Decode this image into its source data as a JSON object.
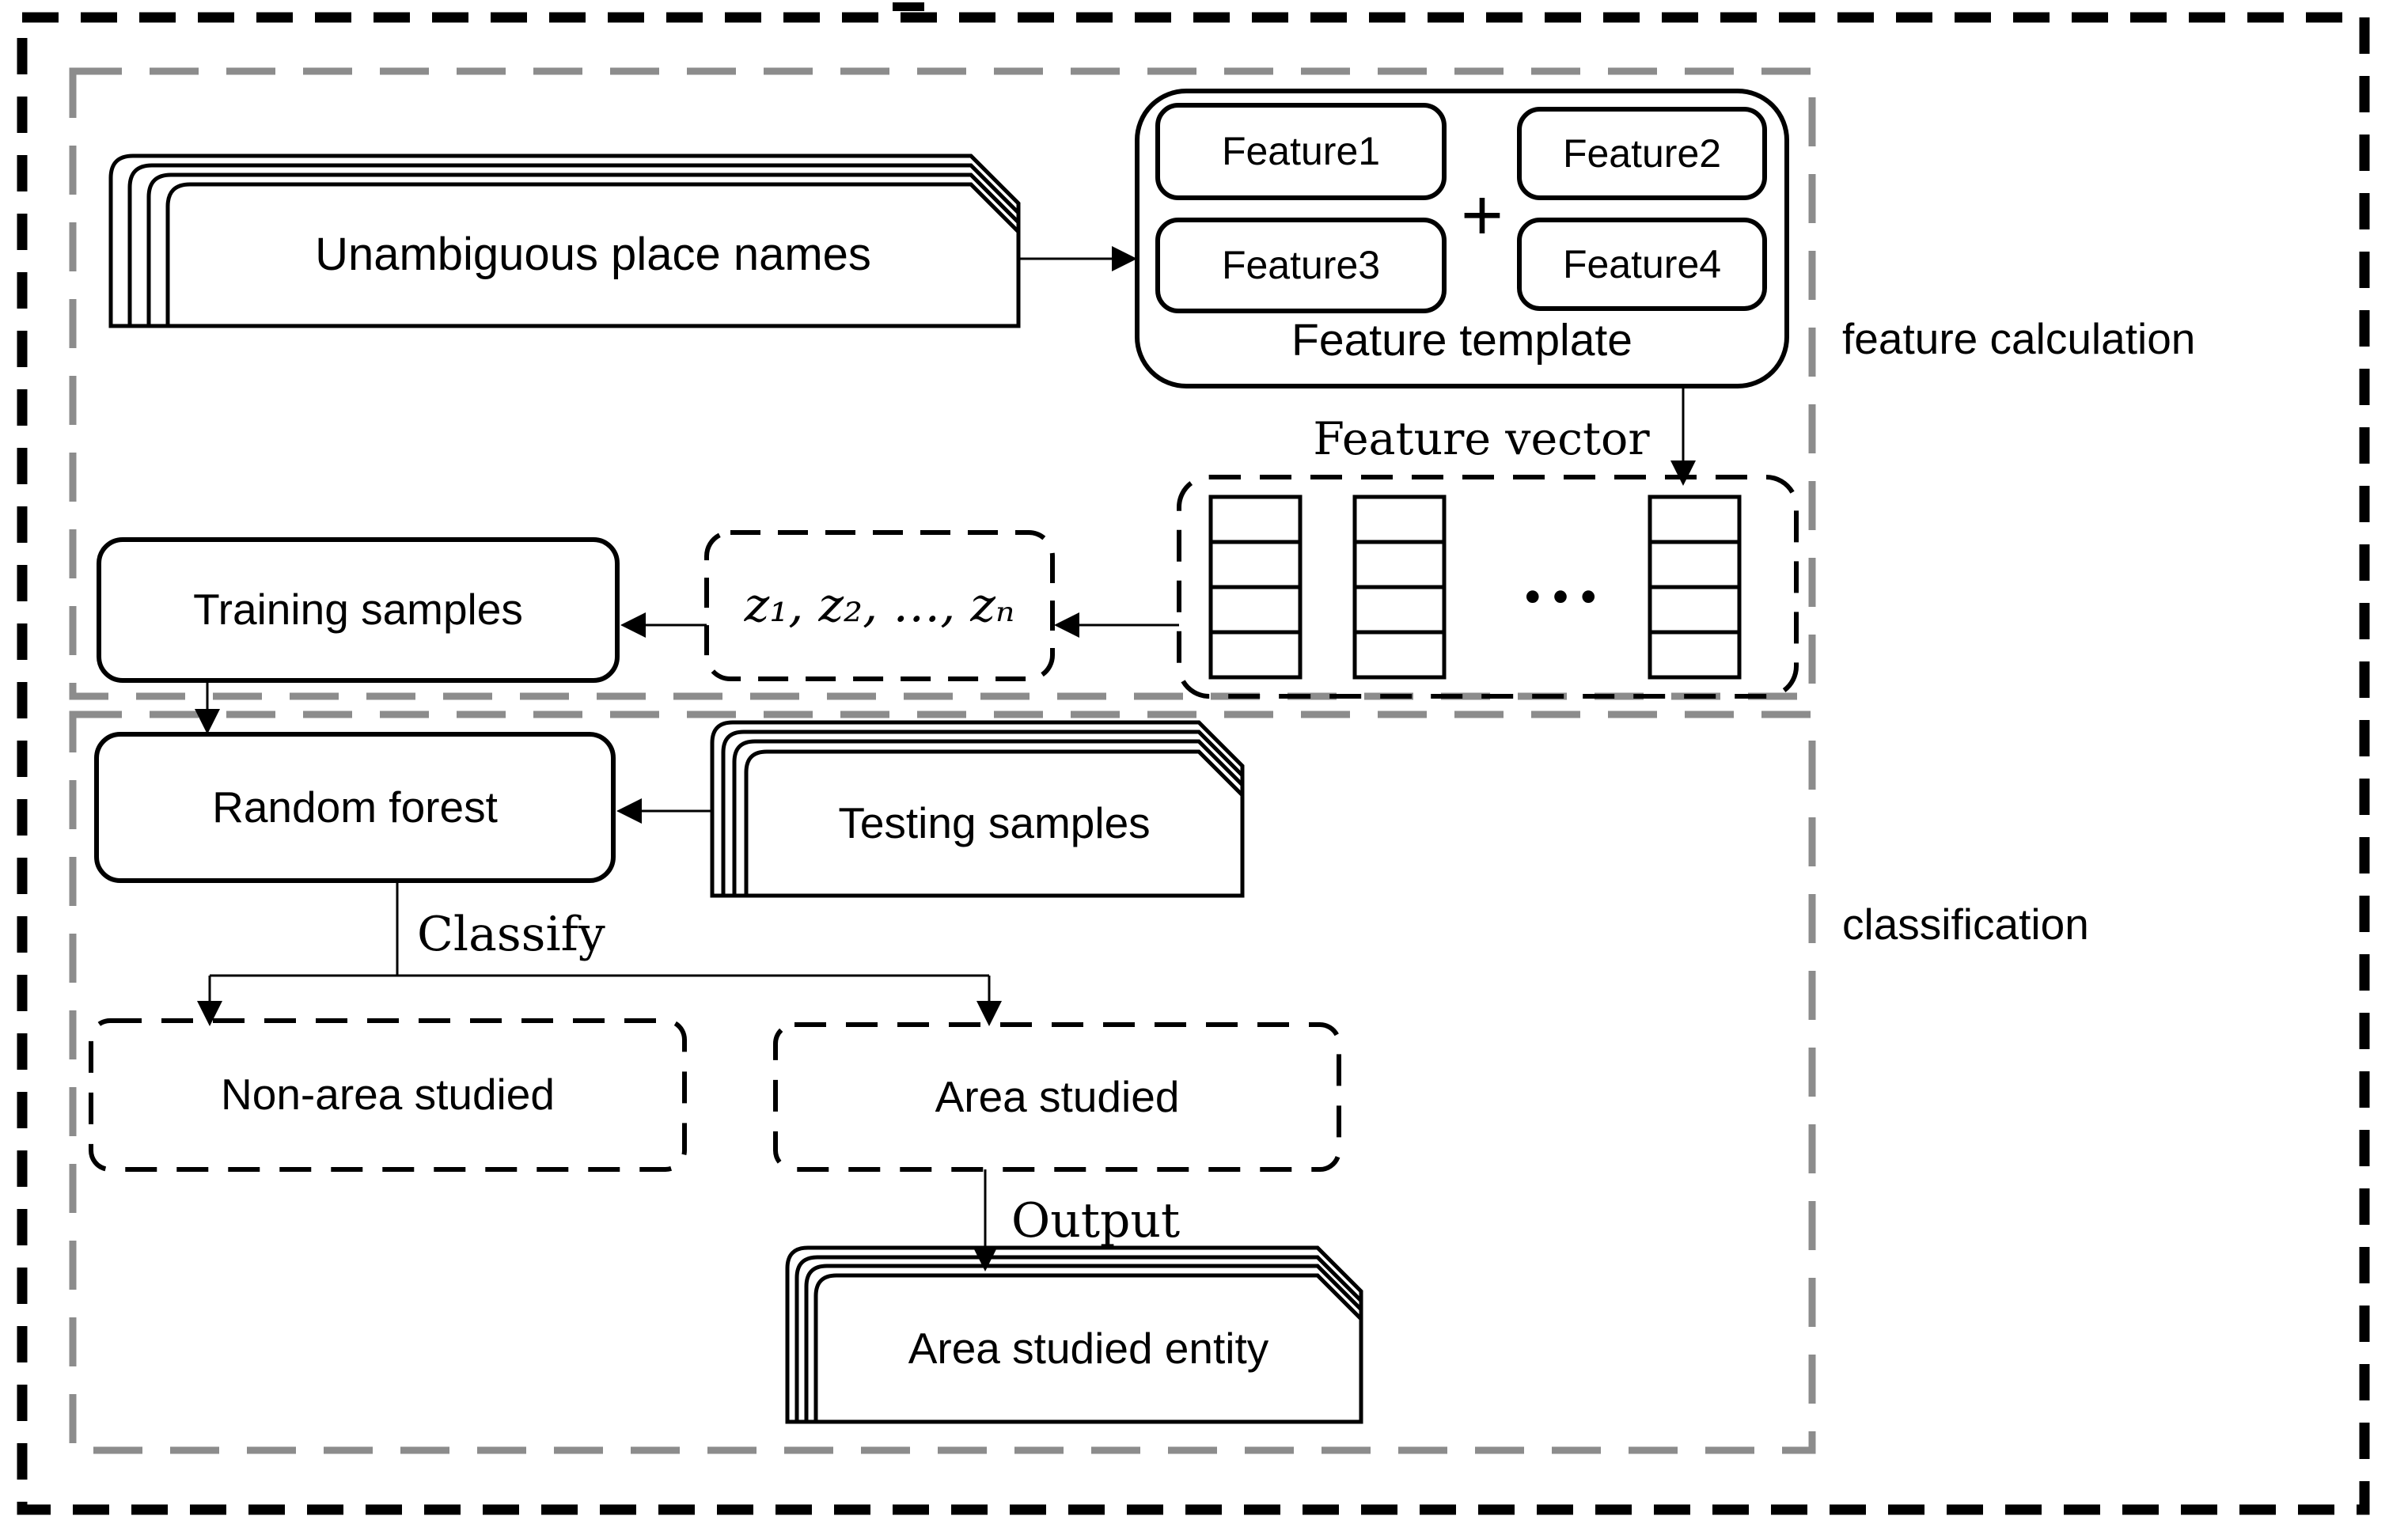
{
  "diagram": {
    "regions": {
      "feature_calculation_label": "feature calculation",
      "classification_label": "classification"
    },
    "nodes": {
      "place_names": "Unambiguous place names",
      "feature_template": {
        "title": "Feature template",
        "plus": "+",
        "features": [
          "Feature1",
          "Feature2",
          "Feature3",
          "Feature4"
        ]
      },
      "feature_vector_label": "Feature vector",
      "vector_ellipsis": "...",
      "z_sequence": "z₁, z₂, …, zₙ",
      "training_samples": "Training samples",
      "random_forest": "Random forest",
      "testing_samples": "Testing samples",
      "non_area": "Non-area studied",
      "area": "Area studied",
      "area_entity": "Area studied entity"
    },
    "edges": {
      "classify_label": "Classify",
      "output_label": "Output"
    },
    "colors": {
      "stroke": "#000000",
      "region_dash": "#8c8c8c",
      "background": "#ffffff"
    }
  }
}
